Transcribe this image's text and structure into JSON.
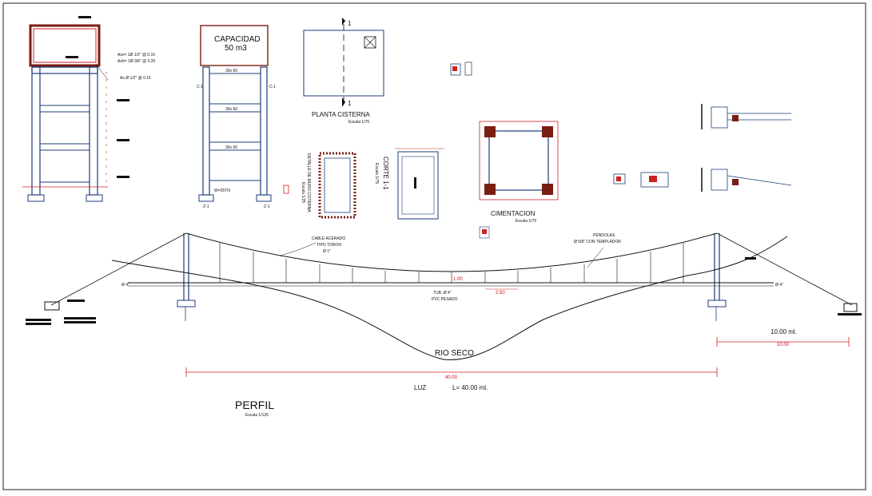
{
  "drawing": {
    "tank": {
      "capacity_label": "CAPACIDAD",
      "capacity_value": "50 m3",
      "beam_labels": [
        "30x 60",
        "30x 60",
        "30x 60"
      ],
      "column_label": "C-1",
      "load_label": "W=25TN",
      "footing_label": "Z-1",
      "rebar_notes": [
        "Asv= 1Ø 1/2\" @ 0.15",
        "Ash= 1Ø 3/8\" @ 0.20",
        "As Ø 1/2\" @ 0.15"
      ]
    },
    "cistern_plan": {
      "title": "PLANTA CISTERNA",
      "scale": "Escala 1/75",
      "section_mark": "1"
    },
    "section_details": {
      "corte_title": "CORTE 1-1",
      "corte_scale": "Escala 1/75",
      "wall_detail": "DETALLE DE MURO CISTERNA",
      "wall_scale": "Escala 1/25"
    },
    "foundation": {
      "title": "CIMENTACION",
      "scale": "Escala 1/75"
    },
    "bridge": {
      "cable_label_1": "CABLE ACERADO",
      "cable_label_2": "TIPO TORON",
      "cable_label_3": "Ø 1\"",
      "hanger_label_1": "PENDOLAS",
      "hanger_label_2": "Ø 5/8\" CON TEMPLADOR",
      "pipe_label_1": "TUB. Ø 4\"",
      "pipe_label_2": "PVC PESADO",
      "left_pipe": "Ø 4\"",
      "right_pipe": "Ø 4\"",
      "dim_sag": "1.00",
      "dim_spacing": "2.50",
      "river": "RIO SECO",
      "span_dim": "40.00",
      "span_label": "LUZ",
      "span_value": "L= 40.00 ml.",
      "right_dim_label": "10.00 ml.",
      "right_dim_value": "10.00",
      "profile_title": "PERFIL",
      "profile_scale": "Escala 1/125"
    }
  }
}
